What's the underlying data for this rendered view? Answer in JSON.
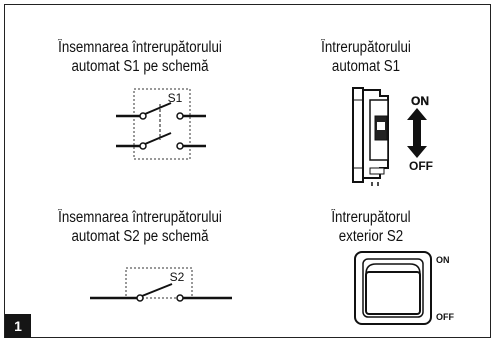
{
  "figure_number": "1",
  "breaker_symbol": {
    "caption_line1": "Însemnarea întrerupătorului",
    "caption_line2": "automat S1 pe schemă",
    "label": "S1"
  },
  "breaker_device": {
    "caption_line1": "Întrerupătorului",
    "caption_line2": "automat S1",
    "on_label": "ON",
    "off_label": "OFF",
    "icon": "double-arrow-icon"
  },
  "switch_symbol": {
    "caption_line1": "Însemnarea întrerupătorului",
    "caption_line2": "automat S2 pe schemă",
    "label": "S2"
  },
  "switch_device": {
    "caption_line1": "Întrerupătorul",
    "caption_line2": "exterior S2",
    "on_label": "ON",
    "off_label": "OFF"
  }
}
